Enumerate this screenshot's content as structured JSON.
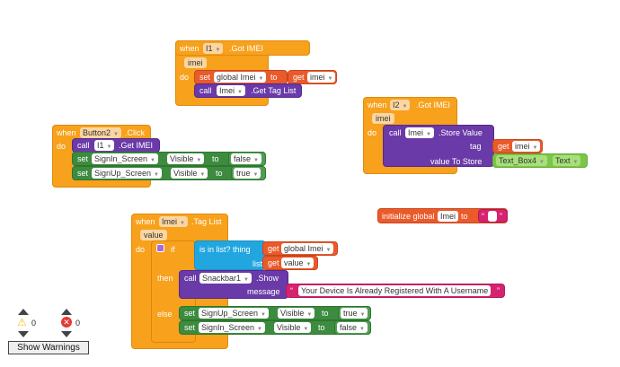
{
  "blocks": {
    "i1_got_imei": {
      "when": "when",
      "component": "I1",
      "event": ".Got IMEI",
      "param": "imei",
      "do": "do",
      "set": "set",
      "var": "global Imei",
      "to": "to",
      "get": "get",
      "get_var": "imei",
      "call": "call",
      "call_comp": "Imei",
      "method": ".Get Tag List"
    },
    "i2_got_imei": {
      "when": "when",
      "component": "I2",
      "event": ".Got IMEI",
      "param": "imei",
      "do": "do",
      "call": "call",
      "call_comp": "Imei",
      "method": ".Store Value",
      "tag": "tag",
      "get": "get",
      "get_var": "imei",
      "value_to_store": "value To Store",
      "textbox": "Text_Box4",
      "prop": "Text"
    },
    "button2_click": {
      "when": "when",
      "component": "Button2",
      "event": ".Click",
      "do": "do",
      "call": "call",
      "call_comp": "I1",
      "method": ".Get IMEI",
      "rows": [
        {
          "set": "set",
          "comp": "SignIn_Screen",
          "prop": "Visible",
          "to": "to",
          "value": "false"
        },
        {
          "set": "set",
          "comp": "SignUp_Screen",
          "prop": "Visible",
          "to": "to",
          "value": "true"
        }
      ]
    },
    "init_global": {
      "label": "initialize global",
      "name": "Imei",
      "to": "to"
    },
    "imei_tag_list": {
      "when": "when",
      "component": "Imei",
      "event": ".Tag List",
      "param": "value",
      "do": "do",
      "if": "if",
      "is_in_list": "is in list? thing",
      "get": "get",
      "get_var": "global Imei",
      "list": "list",
      "get2": "get",
      "get_var2": "value",
      "then": "then",
      "call": "call",
      "call_comp": "Snackbar1",
      "method": ".Show",
      "message": "message",
      "message_text": "Your Device Is Already Registered With A Username",
      "else": "else",
      "rows": [
        {
          "set": "set",
          "comp": "SignUp_Screen",
          "prop": "Visible",
          "to": "to",
          "value": "true"
        },
        {
          "set": "set",
          "comp": "SignIn_Screen",
          "prop": "Visible",
          "to": "to",
          "value": "false"
        }
      ]
    }
  },
  "warnings": {
    "warning_count": "0",
    "error_count": "0",
    "button": "Show Warnings"
  },
  "colors": {
    "event": "#f7a11d",
    "component": "#6a3aa8",
    "setter": "#3d8b3f",
    "variable": "#ea5a2b",
    "logic": "#22a6e0",
    "text": "#d6236f"
  }
}
